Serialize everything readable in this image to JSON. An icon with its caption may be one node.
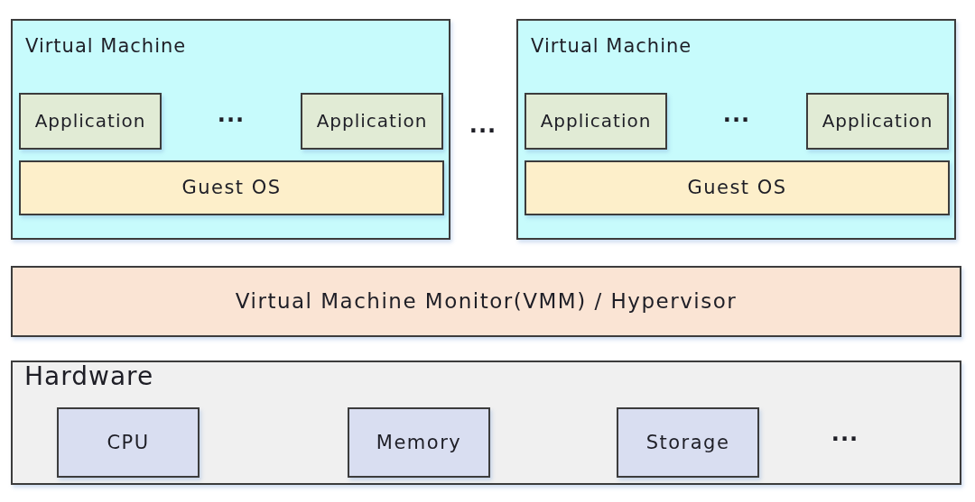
{
  "diagram": {
    "nodes": [
      {
        "text": [
          "Virtual Machine"
        ]
      },
      {
        "text": [
          "Application"
        ],
        "in": 0
      },
      {
        "text": [
          "Application"
        ],
        "in": 0
      },
      {
        "text": [
          "Guest OS"
        ],
        "in": 0
      },
      {
        "text": [
          "Virtual Machine"
        ]
      },
      {
        "text": [
          "Application"
        ],
        "in": 4
      },
      {
        "text": [
          "Application"
        ],
        "in": 4
      },
      {
        "text": [
          "Guest OS"
        ],
        "in": 4
      },
      {
        "text": [
          "Virtual Machine Monitor(VMM) / Hypervisor"
        ]
      },
      {
        "text": [
          "Hardware"
        ]
      },
      {
        "text": [
          "CPU"
        ],
        "in": 9
      },
      {
        "text": [
          "Memory"
        ],
        "in": 9
      },
      {
        "text": [
          "Storage"
        ],
        "in": 9
      }
    ],
    "labels": [
      "···",
      "···",
      "···",
      "···"
    ]
  }
}
